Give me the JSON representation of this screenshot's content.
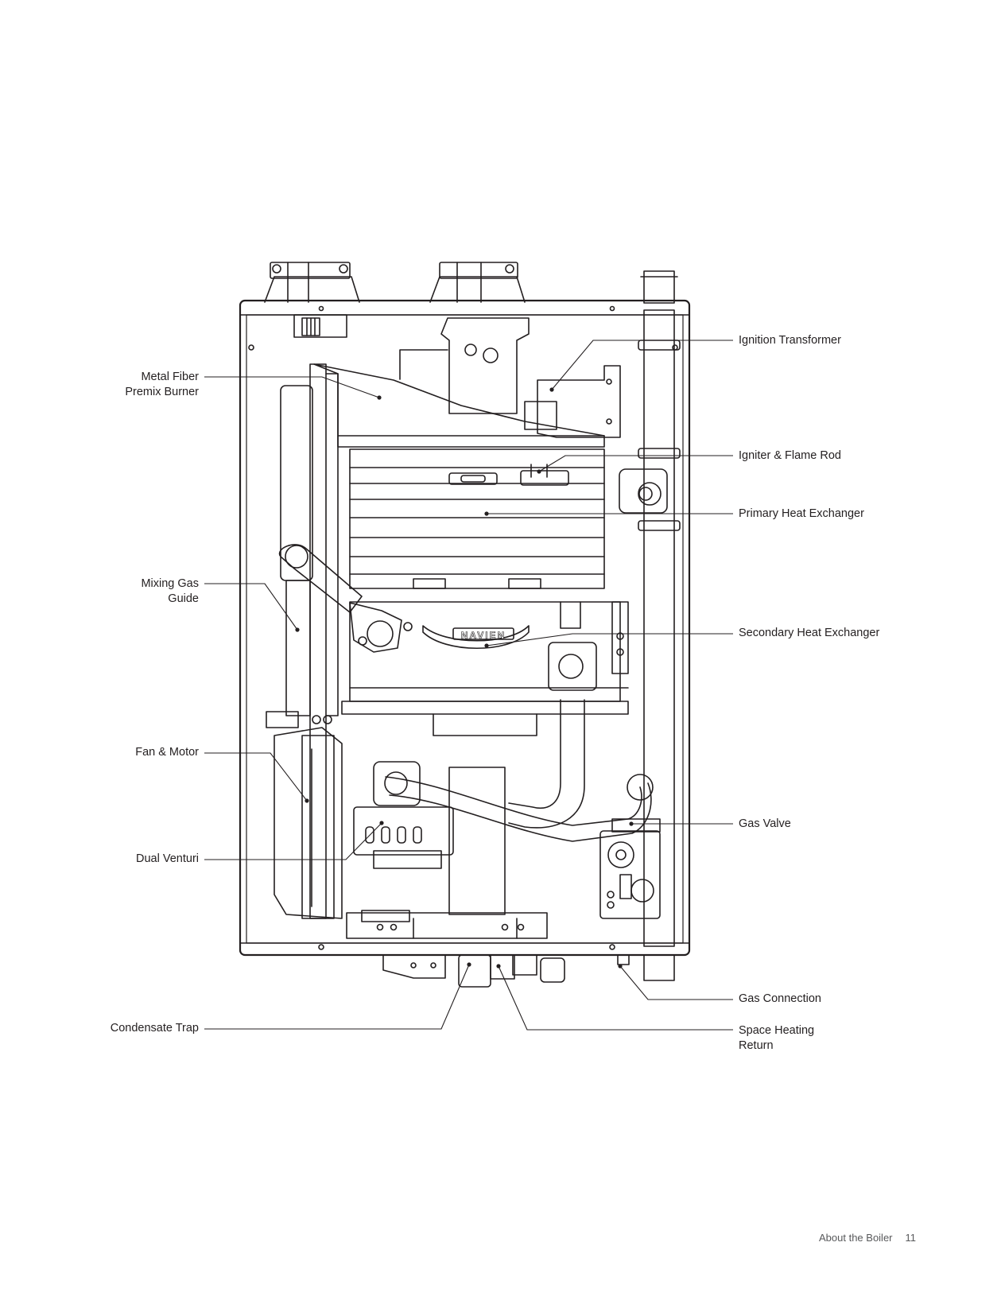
{
  "labels": {
    "metal_fiber_burner": [
      "Metal Fiber",
      "Premix Burner"
    ],
    "mixing_gas_guide": [
      "Mixing Gas",
      "Guide"
    ],
    "fan_motor": [
      "Fan & Motor"
    ],
    "dual_venturi": [
      "Dual Venturi"
    ],
    "condensate_trap": [
      "Condensate Trap"
    ],
    "ignition_transformer": [
      "Ignition Transformer"
    ],
    "igniter_flame_rod": [
      "Igniter & Flame Rod"
    ],
    "primary_heat_exchanger": [
      "Primary Heat Exchanger"
    ],
    "secondary_heat_exchanger": [
      "Secondary Heat Exchanger"
    ],
    "gas_valve": [
      "Gas Valve"
    ],
    "gas_connection": [
      "Gas Connection"
    ],
    "space_heating_return": [
      "Space Heating",
      "Return"
    ]
  },
  "brand_text": "NAVIEN",
  "footer": {
    "section": "About the Boiler",
    "page_number": "11"
  }
}
